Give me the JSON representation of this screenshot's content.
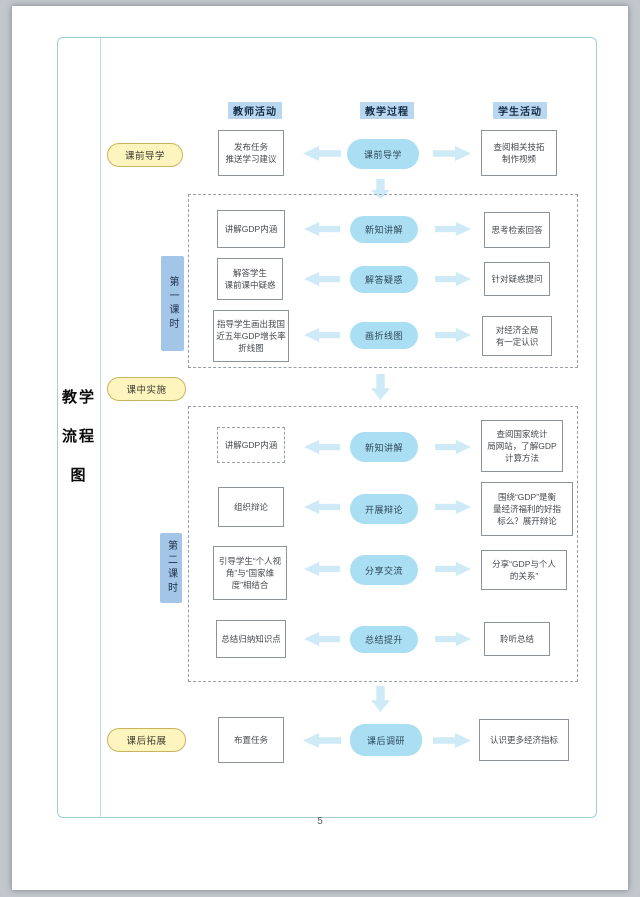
{
  "page": {
    "number": "5",
    "side_title_lines": {
      "l1": "教学",
      "l2": "流程",
      "l3": "图"
    }
  },
  "columns": {
    "teacher": "教师活动",
    "process": "教学过程",
    "student": "学生活动"
  },
  "stage_pills": {
    "pre": "课前导学",
    "mid": "课中实施",
    "post": "课后拓展"
  },
  "lesson_labels": {
    "first": "第一课时",
    "second": "第二课时"
  },
  "colors": {
    "header_bg": "#b9d7ee",
    "process_pill_bg": "#a9def3",
    "stage_pill_bg": "#fdf5bd",
    "lesson_label_bg": "#a3c6e8",
    "arrow_fill": "#cdeaf6"
  },
  "flow": {
    "pre_row": {
      "teacher": "发布任务\n推送学习建议",
      "process": "课前导学",
      "student": "查阅相关技拓\n制作视频"
    },
    "lesson1_rows": [
      {
        "teacher": "讲解GDP内涵",
        "process": "新知讲解",
        "student": "思考检索回答"
      },
      {
        "teacher": "解答学生\n课前课中疑惑",
        "process": "解答疑惑",
        "student": "针对疑惑提问"
      },
      {
        "teacher": "指导学生画出我国\n近五年GDP增长率\n折线图",
        "process": "画折线图",
        "student": "对经济全局\n有一定认识"
      }
    ],
    "lesson2_rows": [
      {
        "teacher": "讲解GDP内涵",
        "process": "新知讲解",
        "student": "查阅国家统计\n局网站，了解GDP\n计算方法"
      },
      {
        "teacher": "组织辩论",
        "process": "开展辩论",
        "student": "围绕“GDP”是衡\n量经济福利的好指\n标么？展开辩论"
      },
      {
        "teacher": "引导学生“个人视\n角”与“国家维\n度”相结合",
        "process": "分享交流",
        "student": "分享“GDP与个人\n的关系”"
      },
      {
        "teacher": "总结归纳知识点",
        "process": "总结提升",
        "student": "聆听总结"
      }
    ],
    "post_row": {
      "teacher": "布置任务",
      "process": "课后调研",
      "student": "认识更多经济指标"
    }
  }
}
